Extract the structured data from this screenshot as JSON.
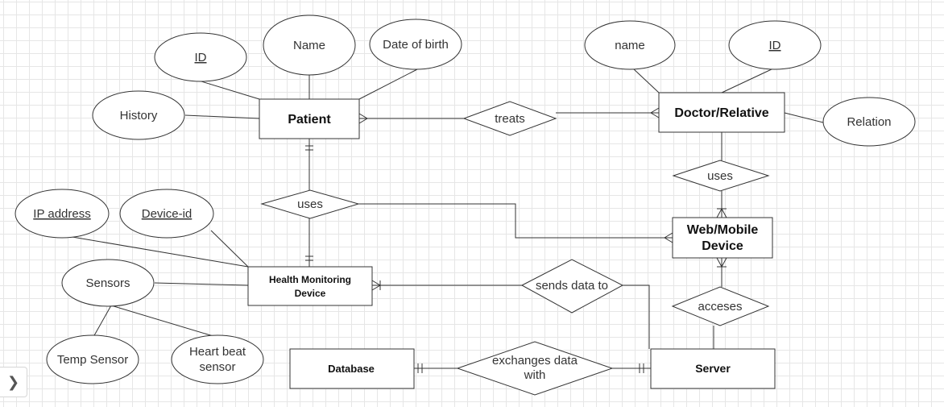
{
  "entities": {
    "patient": "Patient",
    "doctor_relative": "Doctor/Relative",
    "web_mobile_line1": "Web/Mobile",
    "web_mobile_line2": "Device",
    "health_line1": "Health Monitoring",
    "health_line2": "Device",
    "database": "Database",
    "server": "Server"
  },
  "attributes": {
    "patient_id": "ID",
    "patient_name": "Name",
    "patient_dob": "Date of birth",
    "patient_history": "History",
    "doctor_name": "name",
    "doctor_id": "ID",
    "doctor_relation": "Relation",
    "ip_address": "IP address",
    "device_id": "Device-id",
    "sensors": "Sensors",
    "temp_sensor": "Temp Sensor",
    "heart_line1": "Heart beat",
    "heart_line2": "sensor"
  },
  "relationships": {
    "treats": "treats",
    "uses_doctor": "uses",
    "uses_patient": "uses",
    "sends_data_to": "sends data to",
    "acceses": "acceses",
    "exchanges_line1": "exchanges data",
    "exchanges_line2": "with"
  },
  "icons": {
    "expand": "chevron-right-icon"
  }
}
